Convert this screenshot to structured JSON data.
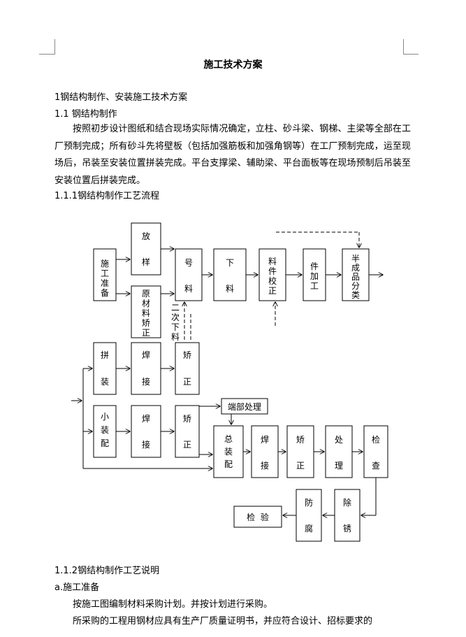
{
  "doc": {
    "title": "施工技术方案",
    "h1": "1钢结构制作、安装施工技术方案",
    "h2": "1.1  钢结构制作",
    "para1": "按照初步设计图纸和结合现场实际情况确定，立柱、砂斗梁、钢梯、主梁等全部在工厂预制完成；所有砂斗先将壁板（包括加强筋板和加强角钢等）在工厂预制完成，运至现场后，吊装至安装位置拼装完成。平台支撑梁、辅助梁、平台面板等在现场预制后吊装至安装位置后拼装完成。",
    "h3_flow": "1.1.1钢结构制作工艺流程",
    "h3_desc": "1.1.2钢结构制作工艺说明",
    "item_a": "a.施工准备",
    "p2": "按施工图编制材料采购计划。并按计划进行采购。",
    "p3": "所采购的工程用钢材应具有生产厂质量证明书，并应符合设计、招标要求的"
  },
  "flow": {
    "prep": [
      "施",
      "工",
      "准",
      "备"
    ],
    "layout": [
      "放",
      "样"
    ],
    "raw": [
      "原",
      "材",
      "料",
      "矫",
      "正"
    ],
    "mark": [
      "号",
      "料"
    ],
    "cut": [
      "下",
      "料"
    ],
    "mcorr": [
      "料",
      "件",
      "校",
      "正"
    ],
    "machining": [
      "件",
      "加",
      "工"
    ],
    "semi": [
      "半",
      "成",
      "品",
      "分",
      "类"
    ],
    "second_cut": [
      "二",
      "次",
      "下",
      "料"
    ],
    "splice": [
      "拼",
      "装"
    ],
    "weld": [
      "焊",
      "接"
    ],
    "correct": [
      "矫",
      "正"
    ],
    "small": [
      "小",
      "装",
      "配"
    ],
    "end": "端部处理",
    "total": [
      "总",
      "装",
      "配"
    ],
    "treat": [
      "处",
      "理"
    ],
    "check": [
      "检",
      "查"
    ],
    "derust": [
      "除",
      "锈"
    ],
    "anticor": [
      "防",
      "腐"
    ],
    "inspect": "检  验"
  }
}
